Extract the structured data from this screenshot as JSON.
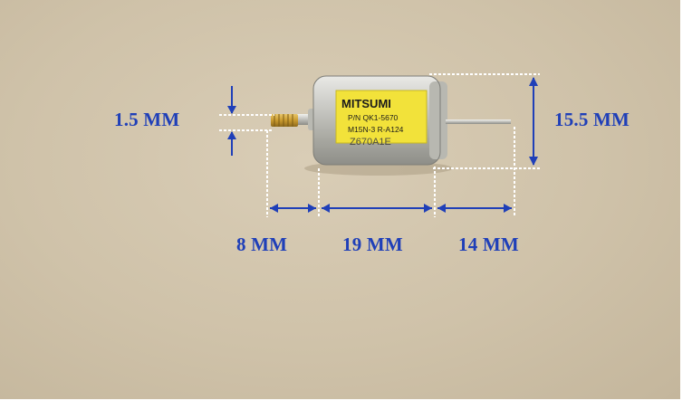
{
  "labels": {
    "pinion_height": "1.5 MM",
    "motor_height": "15.5 MM",
    "pinion_length": "8 MM",
    "body_length": "19 MM",
    "shaft_length": "14 MM"
  },
  "motor_label": {
    "brand": "MITSUMI",
    "part_number": "P/N QK1-5670",
    "model": "M15N-3 R-A124",
    "stamp": "Z670A1E"
  },
  "colors": {
    "dimension_blue": "#1f3fb8",
    "guide_white": "#ffffff",
    "label_yellow": "#f2e23a",
    "cardboard": "#cfc2a9"
  }
}
